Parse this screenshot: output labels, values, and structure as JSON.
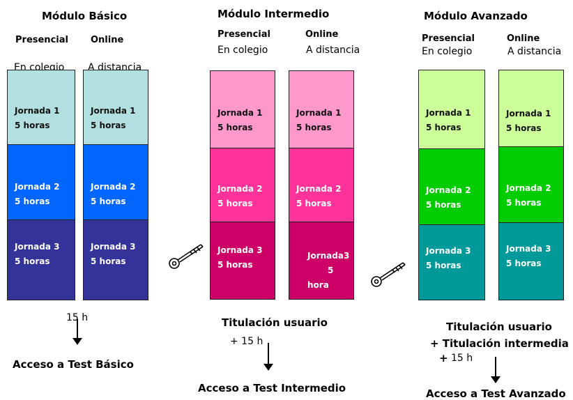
{
  "modules": [
    {
      "title": "Módulo Básico",
      "presencial": "Presencial",
      "online": "Online",
      "presencial_sub": "En colegio",
      "online_sub": "A distancia",
      "columns": [
        {
          "cells": [
            {
              "line1": "Jornada 1",
              "line2": "5 horas",
              "color": "#b2dfe0",
              "text_color": "#111111"
            },
            {
              "line1": "Jornada 2",
              "line2": "5 horas",
              "color": "#0066ff",
              "text_color": "#ffffff"
            },
            {
              "line1": "Jornada 3",
              "line2": "5 horas",
              "color": "#333399",
              "text_color": "#ffffff"
            }
          ]
        },
        {
          "cells": [
            {
              "line1": "Jornada 1",
              "line2": "5 horas",
              "color": "#b2dfe0",
              "text_color": "#111111"
            },
            {
              "line1": "Jornada 2",
              "line2": "5 horas",
              "color": "#0066ff",
              "text_color": "#ffffff"
            },
            {
              "line1": "Jornada 3",
              "line2": "5 horas",
              "color": "#333399",
              "text_color": "#ffffff"
            }
          ]
        }
      ],
      "hours": "15 h",
      "access": "Acceso a  Test Básico"
    },
    {
      "title": "Módulo Intermedio",
      "presencial": "Presencial",
      "online": "Online",
      "presencial_sub": "En colegio",
      "online_sub": "A distancia",
      "columns": [
        {
          "cells": [
            {
              "line1": "Jornada 1",
              "line2": "5 horas",
              "color": "#ff99cc",
              "text_color": "#111111"
            },
            {
              "line1": "Jornada 2",
              "line2": "5 horas",
              "color": "#ff3399",
              "text_color": "#ffffff"
            },
            {
              "line1": "Jornada 3",
              "line2": "5 horas",
              "color": "#cc0066",
              "text_color": "#ffffff"
            }
          ]
        },
        {
          "cells": [
            {
              "line1": "Jornada 1",
              "line2": "5 horas",
              "color": "#ff99cc",
              "text_color": "#111111"
            },
            {
              "line1": "Jornada 2",
              "line2": "5 horas",
              "color": "#ff3399",
              "text_color": "#ffffff"
            },
            {
              "line1": "Jornada3",
              "line2": "5 hora",
              "color": "#cc0066",
              "text_color": "#ffffff"
            }
          ]
        }
      ],
      "qualification": "Titulación usuario",
      "hours": "+ 15 h",
      "access": "Acceso a  Test Intermedio"
    },
    {
      "title": "Módulo Avanzado",
      "presencial": "Presencial",
      "online": "Online",
      "presencial_sub": "En colegio",
      "online_sub": "A distancia",
      "columns": [
        {
          "cells": [
            {
              "line1": "Jornada 1",
              "line2": "5 horas",
              "color": "#ccff99",
              "text_color": "#111111"
            },
            {
              "line1": "Jornada 2",
              "line2": "5 horas",
              "color": "#00cc00",
              "text_color": "#ffffff"
            },
            {
              "line1": "Jornada 3",
              "line2": "5 horas",
              "color": "#009999",
              "text_color": "#ffffff"
            }
          ]
        },
        {
          "cells": [
            {
              "line1": "Jornada 1",
              "line2": "5 horas",
              "color": "#ccff99",
              "text_color": "#111111"
            },
            {
              "line1": "Jornada 2",
              "line2": "5 horas",
              "color": "#00cc00",
              "text_color": "#ffffff"
            },
            {
              "line1": "Jornada 3",
              "line2": "5 horas",
              "color": "#009999",
              "text_color": "#ffffff"
            }
          ]
        }
      ],
      "qualification": "Titulación usuario",
      "qualification2": "+ Titulación intermedia",
      "hours_plus": "+",
      "hours": "15 h",
      "access": "Acceso a Test Avanzado"
    }
  ],
  "icons": {
    "key": "key-icon"
  }
}
